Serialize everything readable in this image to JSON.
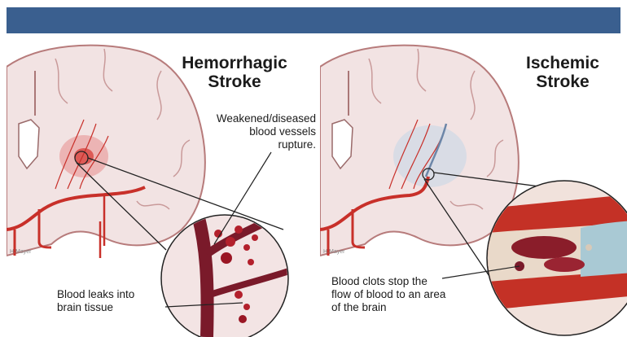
{
  "colors": {
    "header_band": "#3a5f8f",
    "artery": "#c8302a",
    "brain_tissue": "#f2e3e3",
    "brain_outline": "#b77b7b",
    "background": "#ffffff"
  },
  "hemorrhagic": {
    "title_line1": "Hemorrhagic",
    "title_line2": "Stroke",
    "rupture_line1": "Weakened/diseased",
    "rupture_line2": "blood vessels",
    "rupture_line3": "rupture.",
    "leak_line1": "Blood leaks into",
    "leak_line2": "brain tissue",
    "credit": "H.Mayer"
  },
  "ischemic": {
    "title_line1": "Ischemic",
    "title_line2": "Stroke",
    "clot_line1": "Blood clots stop the",
    "clot_line2": "flow of blood to an area",
    "clot_line3": "of the brain",
    "credit": "H.Mayer"
  }
}
